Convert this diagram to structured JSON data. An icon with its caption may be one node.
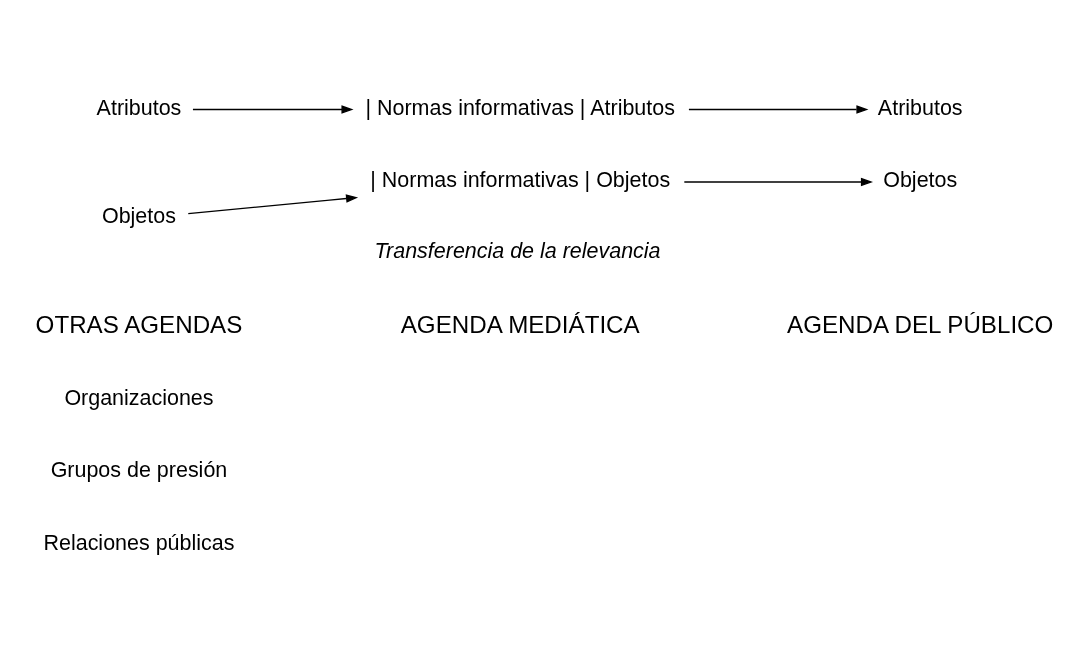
{
  "diagram": {
    "nodes": [
      {
        "text": [
          "Objetos"
        ]
      },
      {
        "text": [
          "| Normas informativas | Objetos"
        ]
      },
      {
        "text": [
          "Objetos"
        ]
      },
      {
        "text": [
          "Atributos"
        ]
      },
      {
        "text": [
          "| Normas informativas | Atributos"
        ]
      },
      {
        "text": [
          "Atributos"
        ]
      }
    ],
    "edges": [
      {
        "from": 0,
        "to": 1,
        "arrow": "to"
      },
      {
        "from": 1,
        "to": 2,
        "arrow": "to"
      },
      {
        "from": 3,
        "to": 4,
        "arrow": "to"
      },
      {
        "from": 4,
        "to": 5,
        "arrow": "to"
      }
    ],
    "labels": [
      "OTRAS AGENDAS",
      "AGENDA MEDIÁTICA",
      "AGENDA DEL PÚBLICO",
      "Organizaciones",
      "Grupos de presión",
      "Relaciones públicas",
      "Transferencia de la relevancia"
    ]
  }
}
